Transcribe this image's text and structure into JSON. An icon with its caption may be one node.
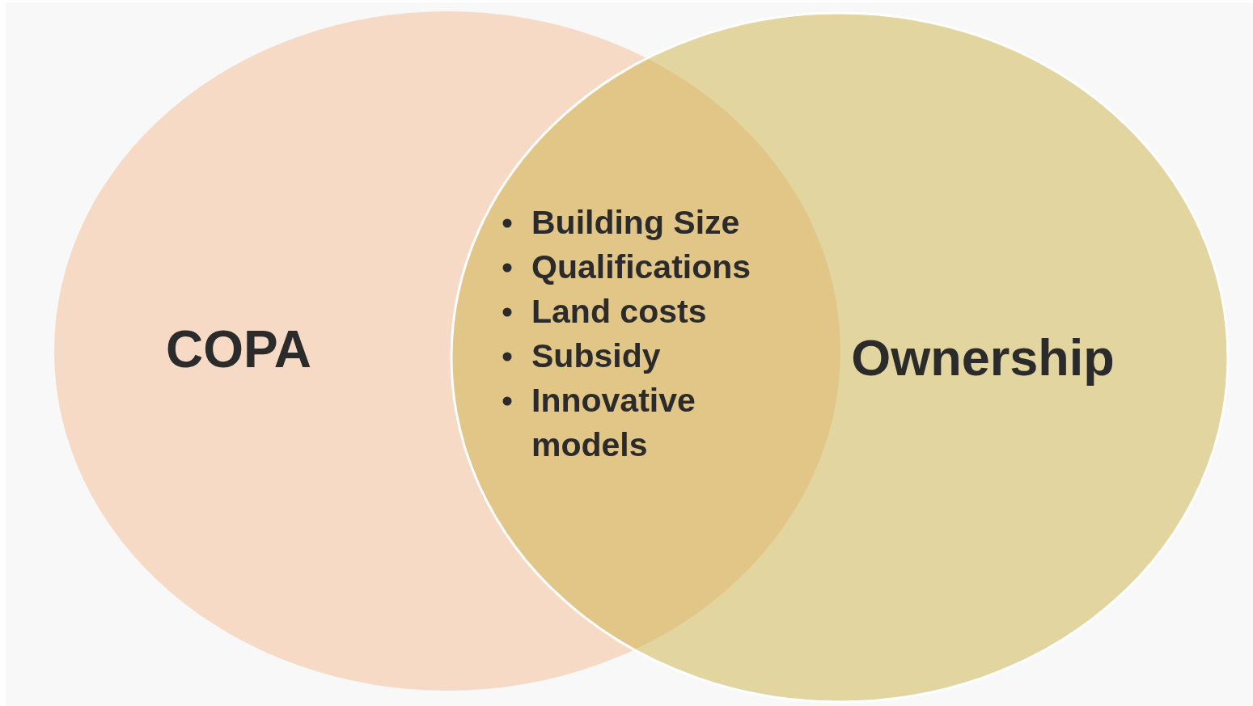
{
  "diagram": {
    "nodes": [
      {
        "text": [
          "COPA"
        ]
      },
      {
        "text": [
          "Ownership"
        ]
      }
    ],
    "labels": [
      "Building Size",
      "Qualifications",
      "Land costs",
      "Subsidy",
      "Innovative models"
    ]
  }
}
